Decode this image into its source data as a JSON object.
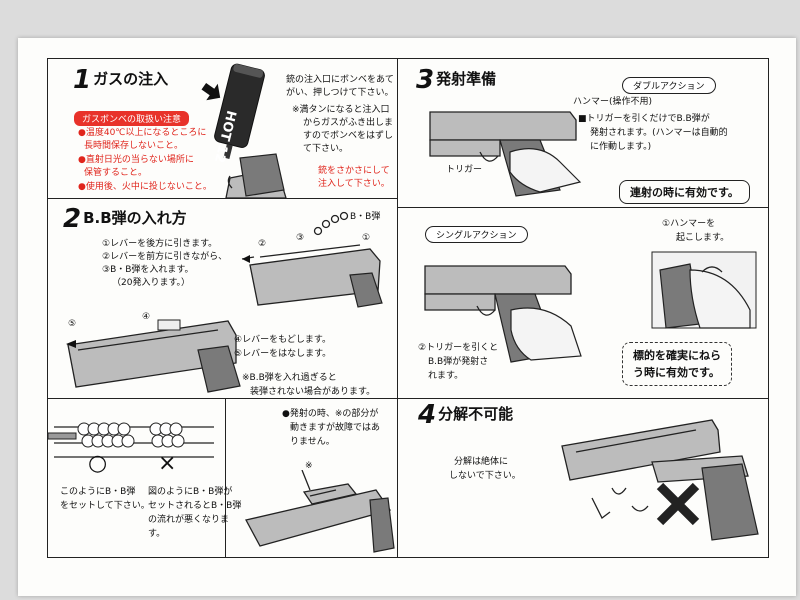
{
  "section1": {
    "num": "1",
    "title": "ガスの注入",
    "warning_banner": "ガスボンベの取扱い注意",
    "warnings": [
      "●温度40℃以上になるところに",
      "長時間保存しないこと。",
      "●直射日光の当らない場所に",
      "保管すること。",
      "●使用後、火中に投じないこと。"
    ],
    "can_label": "HOT 12",
    "instruction": [
      "銃の注入口にボンベをあて",
      "がい、押しつけて下さい。"
    ],
    "note": [
      "※満タンになると注入口",
      "からガスがふき出しま",
      "すのでボンベをはずし",
      "て下さい。"
    ],
    "red_note": [
      "銃をさかさにして",
      "注入して下さい。"
    ]
  },
  "section2": {
    "num": "2",
    "title": "B.B弾の入れ方",
    "bb_label": "B・B弾",
    "steps_a": [
      "①レバーを後方に引きます。",
      "②レバーを前方に引きながら、",
      "③B・B弾を入れます。",
      "（20発入ります。）"
    ],
    "steps_b": [
      "④レバーをもどします。",
      "⑤レバーをはなします。"
    ],
    "caution": [
      "※B.B弾を入れ過ぎると",
      "装弾されない場合があります。"
    ],
    "callouts": [
      "①",
      "②",
      "③",
      "④",
      "⑤"
    ]
  },
  "section3": {
    "num": "3",
    "title": "発射準備",
    "tag_double": "ダブルアクション",
    "hammer_label": "ハンマー(操作不用)",
    "double_text": [
      "■トリガーを引くだけでB.B弾が",
      "発射されます。(ハンマーは自動的",
      "に作動します。)"
    ],
    "trigger_label": "トリガー",
    "burst_box": "連射の時に有効です。",
    "tag_single": "シングルアクション",
    "single_step1": [
      "①ハンマーを",
      "起こします。"
    ],
    "single_step2": [
      "②トリガーを引くと",
      "B.B弾が発射さ",
      "れます。"
    ],
    "aim_box": [
      "標的を確実にねら",
      "う時に有効です。"
    ]
  },
  "section4": {
    "num": "4",
    "title": "分解不可能",
    "text": [
      "分解は絶体に",
      "しないで下さい。"
    ]
  },
  "bottom_left": {
    "ok_text": [
      "このようにB・B弾",
      "をセットして下さい。"
    ],
    "ng_text": [
      "図のようにB・B弾が",
      "セットされるとB・B弾",
      "の流れが悪くなりま",
      "す。"
    ],
    "ok_mark": "○",
    "ng_mark": "×"
  },
  "bottom_mid": {
    "text": [
      "●発射の時、※の部分が",
      "動きますが故障ではあ",
      "りません。"
    ],
    "mark": "※"
  },
  "colors": {
    "red": "#e0251c",
    "ink": "#111111",
    "paper": "#fdfdfb"
  }
}
